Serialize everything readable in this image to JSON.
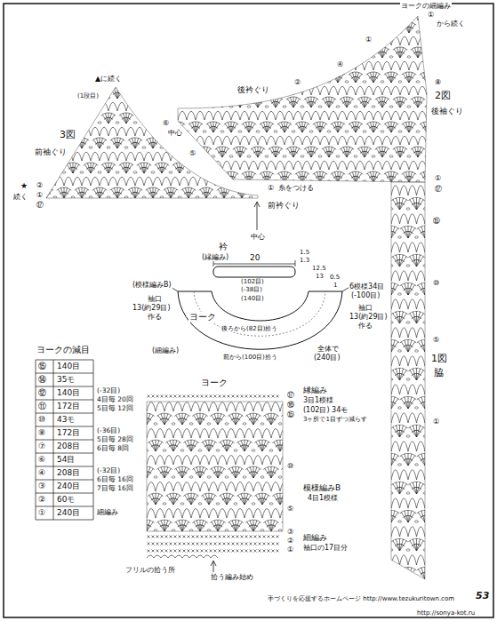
{
  "diagram": {
    "labels": [
      "ヨークの細編み",
      "①",
      "から続く",
      "▲に続く",
      "(1段目)",
      "⑥",
      "⑤",
      "3図",
      "前袖ぐり",
      "★",
      "②",
      "①",
      "続く",
      "⑰",
      "①",
      "糸をつける",
      "前衿ぐり",
      "中心",
      "中心",
      "後衿ぐり",
      "②",
      "④",
      "①",
      "⑧",
      "2図",
      "後袖ぐり",
      "①",
      "⑰",
      "⑮",
      "⑩",
      "⑤",
      "1図",
      "脇",
      "①",
      "衿",
      "(縁編み)",
      "20",
      "(102目)",
      "(-38目)",
      "(140目)",
      "(模様編みB)",
      "袖口",
      "13(約29目)",
      "作る",
      "ヨーク",
      "(細編み)",
      "後ろから(82目)拾う",
      "前から(100目)拾う",
      "全体で",
      "(240目)",
      "1.5",
      "1.3",
      "12.5",
      "13",
      "0.5",
      "1",
      "6模様34目",
      "(-100目)",
      "袖口",
      "13(約29目)",
      "作る",
      "ヨークの減目",
      "⑮",
      "140目",
      "⑭",
      "35モ",
      "⑫",
      "140目",
      "⑪",
      "172目",
      "⑩",
      "43モ",
      "⑧",
      "172目",
      "⑦",
      "208目",
      "⑥",
      "54目",
      "④",
      "208目",
      "③",
      "240目",
      "②",
      "60モ",
      "①",
      "240目",
      "細編み",
      "(-32目)",
      "4目毎 20回",
      "5目毎 12回",
      "(-36目)",
      "5目毎 28回",
      "6目毎 8回",
      "(-32目)",
      "6目毎 16回",
      "7目毎 16回",
      "ヨーク",
      "縁編み",
      "3目1模様",
      "(102目) 34モ",
      "3ヶ所で1目ずつ減らす",
      "⑰",
      "⑯",
      "⑮",
      "⑩",
      "模様編みB",
      "4目1模様",
      "⑤",
      "③",
      "②",
      "①",
      "細編み",
      "袖口の17目分",
      "フリルの拾う所",
      "拾う編み始め",
      "手づくりを応援するホームページ http://www.tezukuritown.com",
      "53",
      "http://sonya-kot.ru"
    ]
  }
}
